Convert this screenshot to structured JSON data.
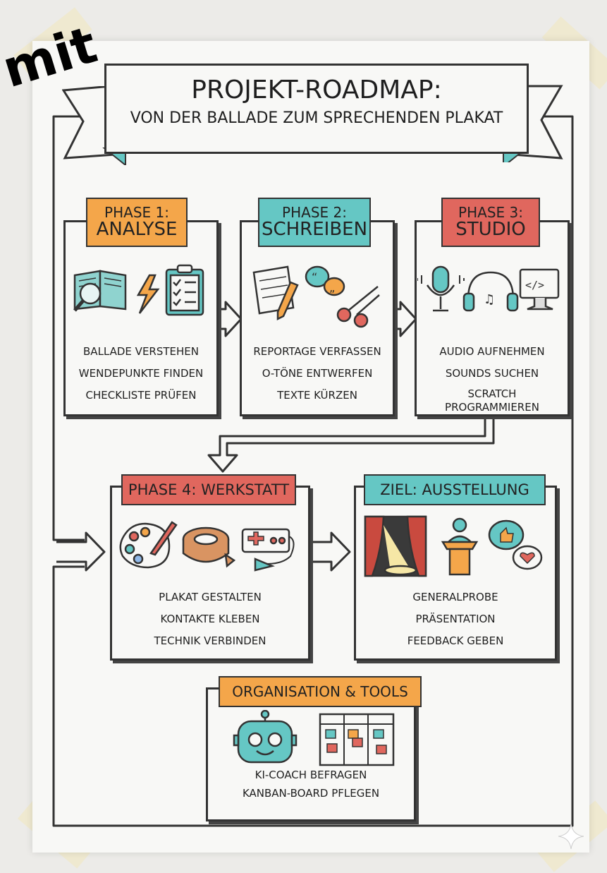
{
  "overlay_text": "mit",
  "title": {
    "line1": "PROJEKT-ROADMAP:",
    "line2": "VON DER BALLADE ZUM SPRECHENDEN PLAKAT"
  },
  "phases": [
    {
      "tag_line1": "PHASE 1:",
      "tag_line2": "ANALYSE",
      "color": "#f4a64a",
      "icons": [
        "open-book-magnifier-icon",
        "lightning-icon",
        "clipboard-checklist-icon"
      ],
      "items": [
        "BALLADE VERSTEHEN",
        "WENDEPUNKTE FINDEN",
        "CHECKLISTE PRÜFEN"
      ]
    },
    {
      "tag_line1": "PHASE 2:",
      "tag_line2": "SCHREIBEN",
      "color": "#65c7c4",
      "icons": [
        "notepad-pencil-icon",
        "speech-bubbles-icon",
        "scissors-icon"
      ],
      "items": [
        "REPORTAGE VERFASSEN",
        "O-TÖNE ENTWERFEN",
        "TEXTE KÜRZEN"
      ]
    },
    {
      "tag_line1": "PHASE 3:",
      "tag_line2": "STUDIO",
      "color": "#e0675e",
      "icons": [
        "microphone-icon",
        "headphones-icon",
        "code-monitor-icon"
      ],
      "items": [
        "AUDIO AUFNEHMEN",
        "SOUNDS SUCHEN",
        "SCRATCH",
        "PROGRAMMIEREN"
      ]
    },
    {
      "tag": "PHASE 4: WERKSTATT",
      "color": "#e0675e",
      "icons": [
        "paint-palette-icon",
        "tape-roll-icon",
        "circuit-board-icon"
      ],
      "items": [
        "PLAKAT GESTALTEN",
        "KONTAKTE KLEBEN",
        "TECHNIK VERBINDEN"
      ]
    },
    {
      "tag": "ZIEL: AUSSTELLUNG",
      "color": "#65c7c4",
      "icons": [
        "stage-spotlight-icon",
        "speaker-podium-icon",
        "feedback-bubbles-icon"
      ],
      "items": [
        "GENERALPROBE",
        "PRÄSENTATION",
        "FEEDBACK GEBEN"
      ]
    },
    {
      "tag": "ORGANISATION & TOOLS",
      "color": "#f4a64a",
      "icons": [
        "robot-icon",
        "kanban-board-icon"
      ],
      "items": [
        "KI-COACH BEFRAGEN",
        "KANBAN-BOARD PFLEGEN"
      ]
    }
  ]
}
